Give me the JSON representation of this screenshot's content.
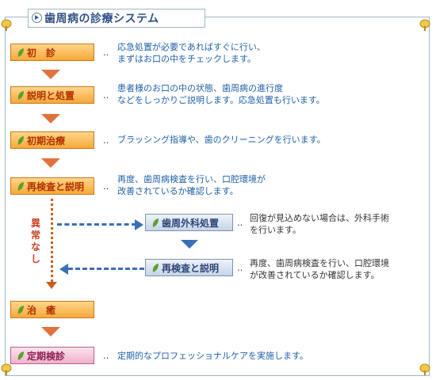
{
  "title": "歯周病の診療システム",
  "steps": {
    "shoshin": {
      "label": "初　診",
      "desc": [
        "応急処置が必要であればすぐに行い、",
        "まずはお口の中をチェックします。"
      ]
    },
    "setsumei": {
      "label": "説明と処置",
      "desc": [
        "患者様のお口の中の状態、歯周病の進行度",
        "などをしっかりご説明します。応急処置も行います。"
      ]
    },
    "shoki": {
      "label": "初期治療",
      "desc": [
        "ブラッシング指導や、歯のクリーニングを行います。"
      ]
    },
    "saikensa": {
      "label": "再検査と説明",
      "desc": [
        "再度、歯周病検査を行い、口腔環境が",
        "改善されているか確認します。"
      ]
    },
    "geka": {
      "label": "歯周外科処置",
      "desc": [
        "回復が見込めない場合は、外科手術",
        "を行います。"
      ]
    },
    "saikensa2": {
      "label": "再検査と説明",
      "desc": [
        "再度、歯周病検査を行い、口腔環境",
        "が改善されているか確認します。"
      ]
    },
    "chiyu": {
      "label": "治　癒"
    },
    "teiki": {
      "label": "定期検診",
      "desc": [
        "定期的なプロフェッショナルケアを実施します。"
      ]
    }
  },
  "branch_label": "異常なし",
  "dots": "‥",
  "colors": {
    "step_text": "#b03000",
    "desc_text": "#1f5fa8",
    "arrow": "#e0733d",
    "branch_arrow": "#3a6fb8"
  }
}
